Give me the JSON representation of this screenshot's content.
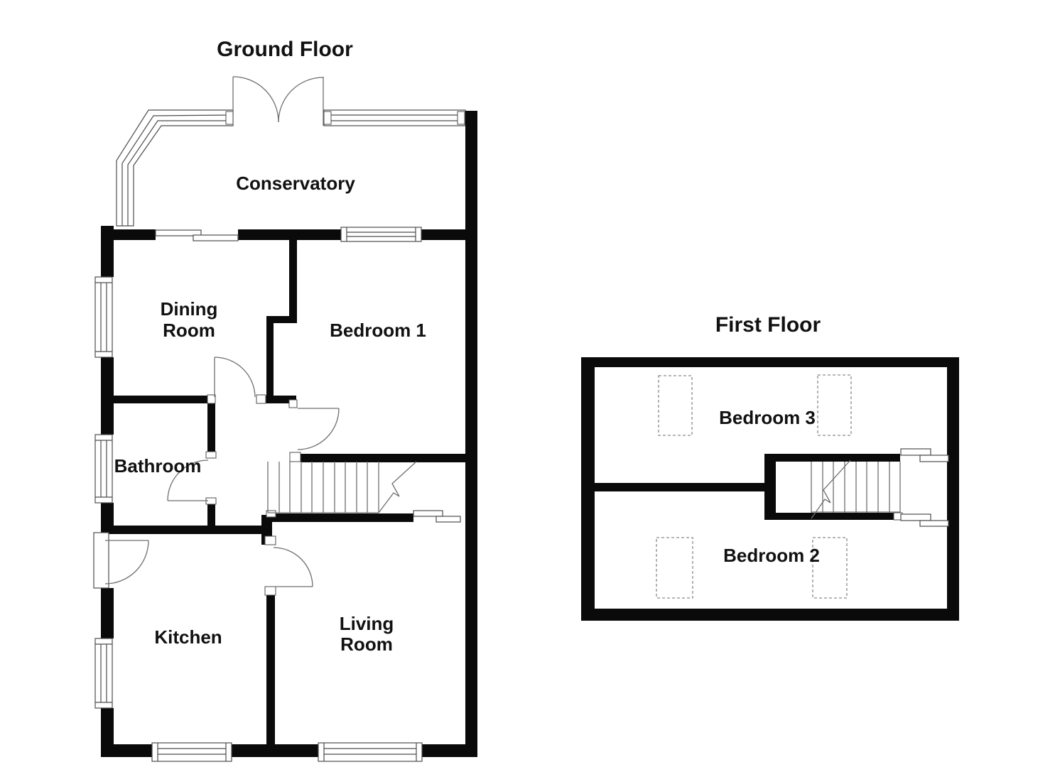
{
  "ground_floor": {
    "title": "Ground Floor",
    "rooms": {
      "conservatory": "Conservatory",
      "dining_line1": "Dining",
      "dining_line2": "Room",
      "bedroom1": "Bedroom 1",
      "bathroom": "Bathroom",
      "kitchen": "Kitchen",
      "living_line1": "Living",
      "living_line2": "Room"
    }
  },
  "first_floor": {
    "title": "First Floor",
    "rooms": {
      "bedroom3": "Bedroom 3",
      "bedroom2": "Bedroom 2"
    }
  },
  "colors": {
    "wall": "#0a0a0a",
    "background": "#ffffff",
    "thin_line": "#4d4d4d",
    "stair_line": "#6e6e6e",
    "dashed_line": "#8a8a8a",
    "text": "#111111"
  }
}
